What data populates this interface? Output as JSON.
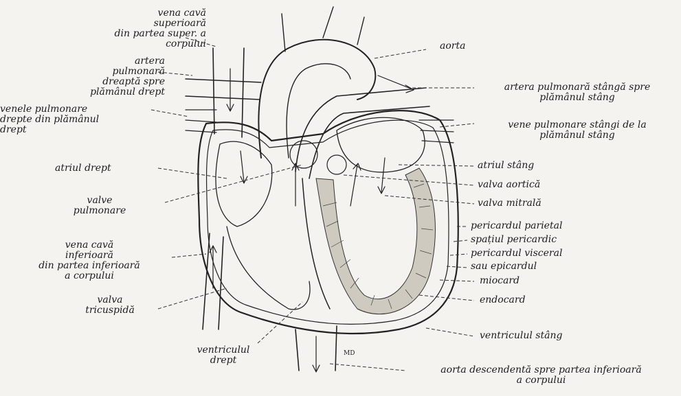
{
  "labels": {
    "vena_cava_superior": "vena cavă\nsuperioară\ndin partea super. a\ncorpului",
    "artera_pulmonara_dreapta": "artera\npulmonară\ndreaptă spre\nplămânul drept",
    "venele_pulmonare_drepte": "venele pulmonare\ndrepte din plămânul\ndrept",
    "atriul_drept": "atriul drept",
    "valve_pulmonare": "valve\npulmonare",
    "vena_cava_inferioara": "vena cavă\ninferioară\ndin partea inferioară\na corpului",
    "valva_tricuspida": "valva\ntricuspidă",
    "ventriculul_drept": "ventriculul\ndrept",
    "aorta": "aorta",
    "artera_pulmonara_stanga": "artera pulmonară stângă spre\nplămânul stâng",
    "vene_pulmonare_stangi": "vene pulmonare stângi de la\nplămânul stâng",
    "atriul_stang": "atriul stâng",
    "valva_aortica": "valva aortică",
    "valva_mitrala": "valva mitrală",
    "pericardul_parietal": "pericardul parietal",
    "spatiul_pericardic": "spațiul pericardic",
    "pericardul_visceral": "pericardul visceral",
    "epicardul": "sau epicardul",
    "miocard": "miocard",
    "endocard": "endocard",
    "ventriculul_stang": "ventriculul stâng",
    "aorta_descendenta": "aorta descendentă spre partea inferioară\na corpului",
    "signature": "MD"
  }
}
